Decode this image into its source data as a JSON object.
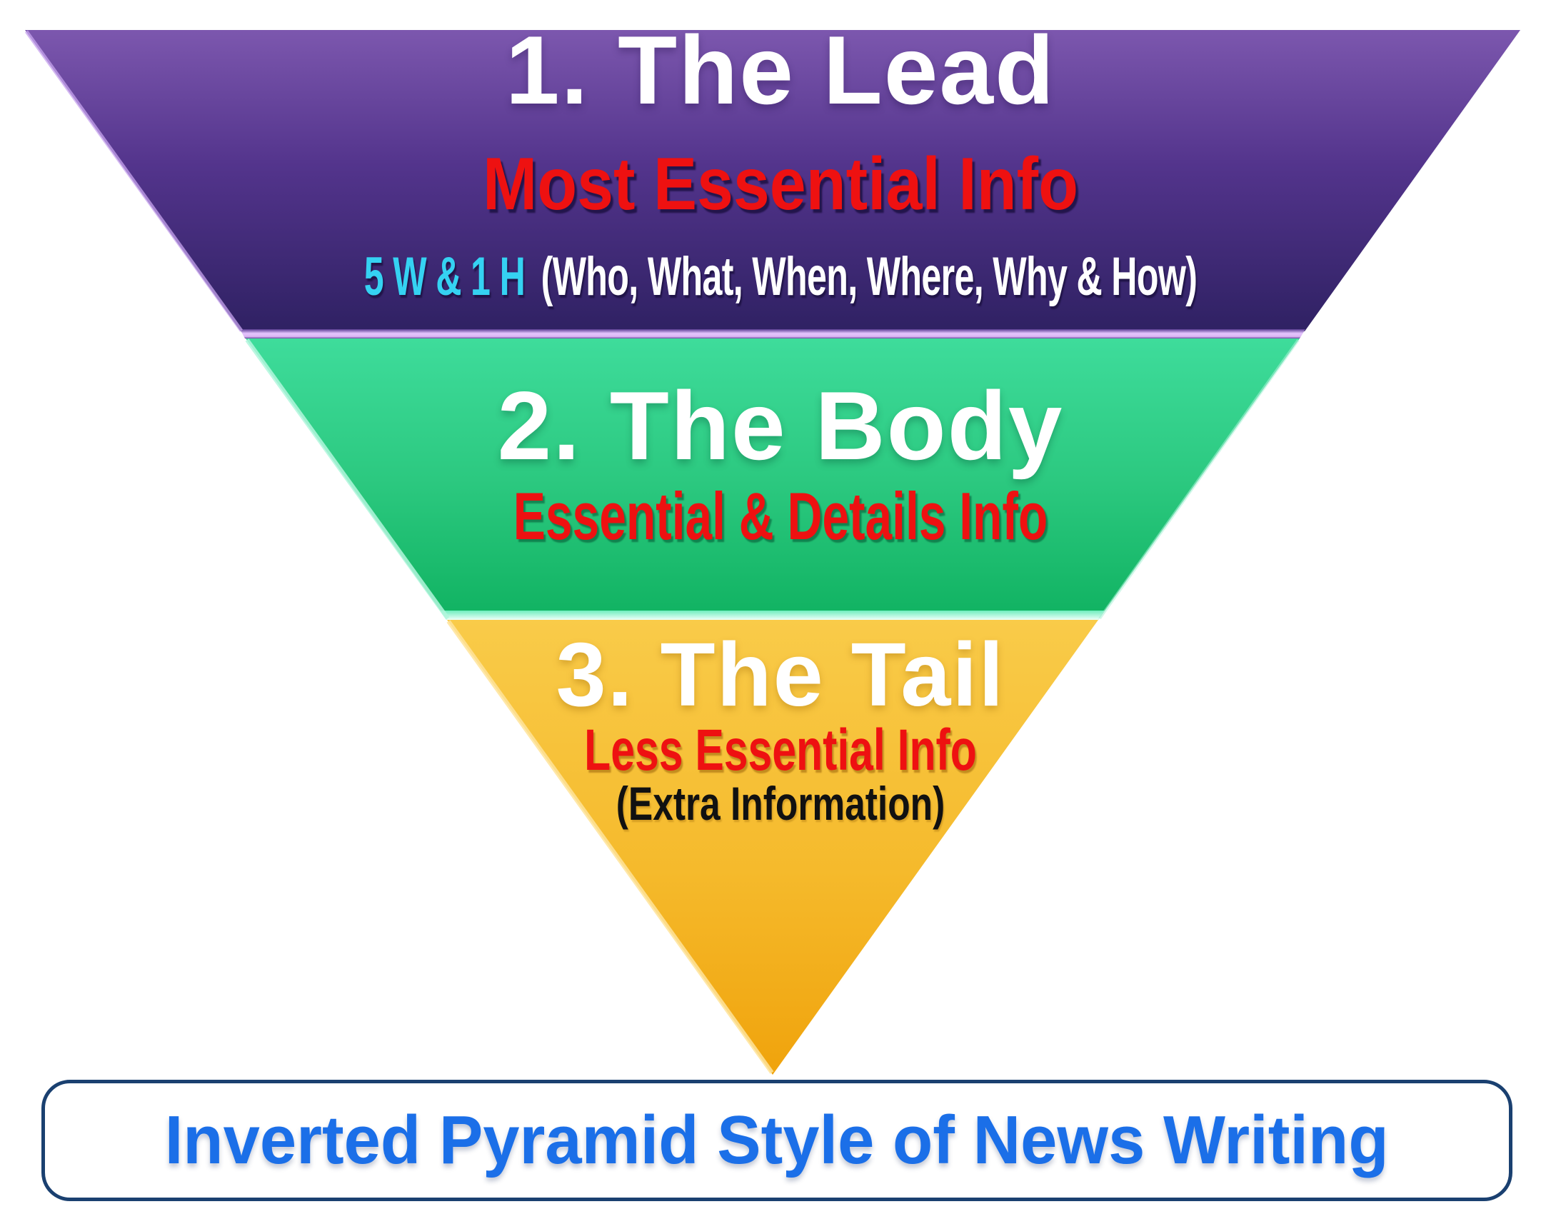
{
  "colors": {
    "purple-top": "#7C57AE",
    "purple-mid": "#53348C",
    "purple-bottom": "#2F2163",
    "bevel-lavender": "#E5C4FE",
    "green-top": "#3EDC9B",
    "green-mid": "#2CC980",
    "green-bottom": "#10B261",
    "bevel-mint": "#EFFFF9",
    "yellow-top": "#F9CB49",
    "yellow-mid": "#F5BA2C",
    "yellow-bottom": "#F0A30C",
    "red": "#EE1111",
    "cyan": "#35D2F2",
    "black": "#111111",
    "caption-blue": "#1B6FE8",
    "caption-border": "#1A4070"
  },
  "pyramid": {
    "sections": [
      {
        "rank": "1",
        "title": "1. The Lead",
        "subtitle": "Most Essential Info",
        "formula": "5 W & 1 H",
        "formula_expansion": "(Who, What, When, Where, Why & How)"
      },
      {
        "rank": "2",
        "title": "2. The Body",
        "subtitle": "Essential & Details Info"
      },
      {
        "rank": "3",
        "title": "3. The Tail",
        "subtitle": "Less Essential Info",
        "note": "(Extra Information)"
      }
    ]
  },
  "caption": {
    "label": "Inverted Pyramid Style of News Writing"
  }
}
